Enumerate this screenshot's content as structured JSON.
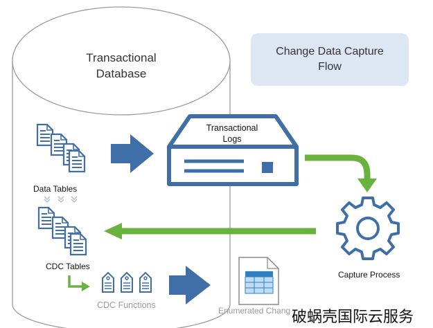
{
  "database": {
    "title": "Transactional\nDatabase"
  },
  "flow_box": {
    "title": "Change Data Capture\nFlow"
  },
  "logs": {
    "label": "Transactional\nLogs"
  },
  "data_tables": {
    "label": "Data Tables"
  },
  "cdc_tables": {
    "label": "CDC Tables"
  },
  "capture": {
    "label": "Capture Process"
  },
  "cdc_functions": {
    "label": "CDC Functions"
  },
  "enumerated": {
    "label": "Enumerated Changes"
  },
  "watermark": {
    "text": "破蜗壳国际云服务"
  },
  "colors": {
    "blue": "#3f6fa6",
    "green": "#6ab23e",
    "outline": "#7a7a7a",
    "box_fill": "#dde6f3"
  },
  "icons": [
    "document-stack-icon",
    "arrow-right-icon",
    "server-icon",
    "chevron-down-icon",
    "gear-icon",
    "tag-icon",
    "table-icon"
  ]
}
